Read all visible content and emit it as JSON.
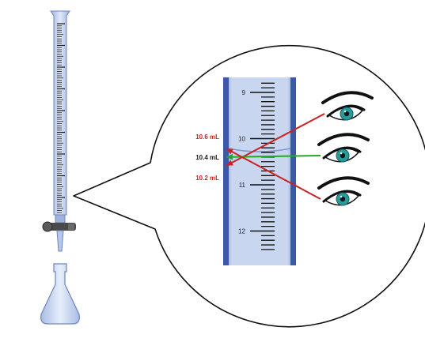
{
  "scale": {
    "major_labels": [
      "9",
      "10",
      "11",
      "12"
    ],
    "major_values": [
      9,
      10,
      11,
      12
    ]
  },
  "readings": [
    {
      "text": "10.6 mL",
      "value": 10.6,
      "color": "#cc2222",
      "eye": "high"
    },
    {
      "text": "10.4 mL",
      "value": 10.4,
      "color": "#1a1a1a",
      "eye": "level"
    },
    {
      "text": "10.2 mL",
      "value": 10.2,
      "color": "#cc2222",
      "eye": "low"
    }
  ],
  "colors": {
    "burette_glass": "#8fa8d8",
    "burette_edge": "#3a5aa8",
    "liquid": "#c9d6f0",
    "correct_sightline": "#22aa22",
    "wrong_sightline": "#cc2222",
    "iris": "#2a9a9a"
  },
  "icons": [
    "burette",
    "stopcock",
    "erlenmeyer-flask",
    "eye"
  ]
}
